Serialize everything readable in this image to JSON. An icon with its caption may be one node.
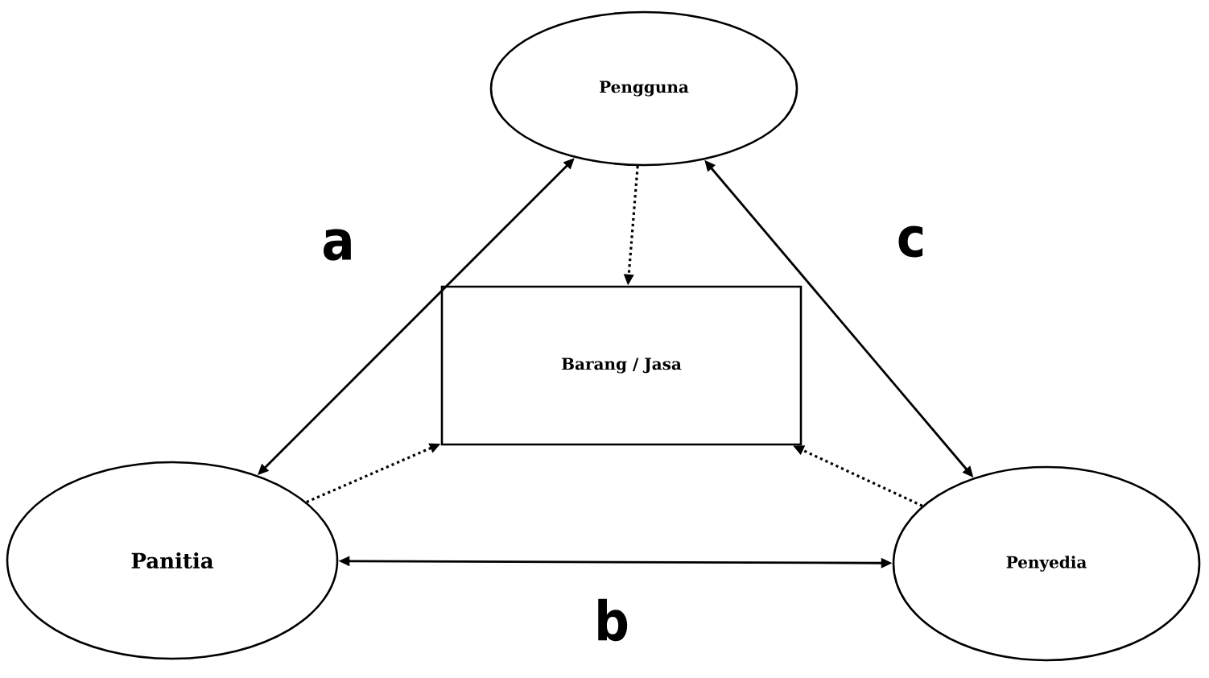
{
  "diagram": {
    "nodes": [
      {
        "text": [
          "Pengguna"
        ]
      },
      {
        "text": [
          "Barang / Jasa"
        ]
      },
      {
        "text": [
          "Panitia"
        ]
      },
      {
        "text": [
          "Penyedia"
        ]
      }
    ],
    "edges": [
      {
        "from": 0,
        "to": 2,
        "arrow": "both",
        "label": "a"
      },
      {
        "from": 2,
        "to": 3,
        "arrow": "both",
        "label": "b"
      },
      {
        "from": 0,
        "to": 3,
        "arrow": "both",
        "label": "c"
      },
      {
        "from": 0,
        "to": 1,
        "arrow": "to",
        "style": "dashed"
      },
      {
        "from": 2,
        "to": 1,
        "arrow": "to",
        "style": "dashed"
      },
      {
        "from": 3,
        "to": 1,
        "arrow": "to",
        "style": "dashed"
      }
    ]
  }
}
